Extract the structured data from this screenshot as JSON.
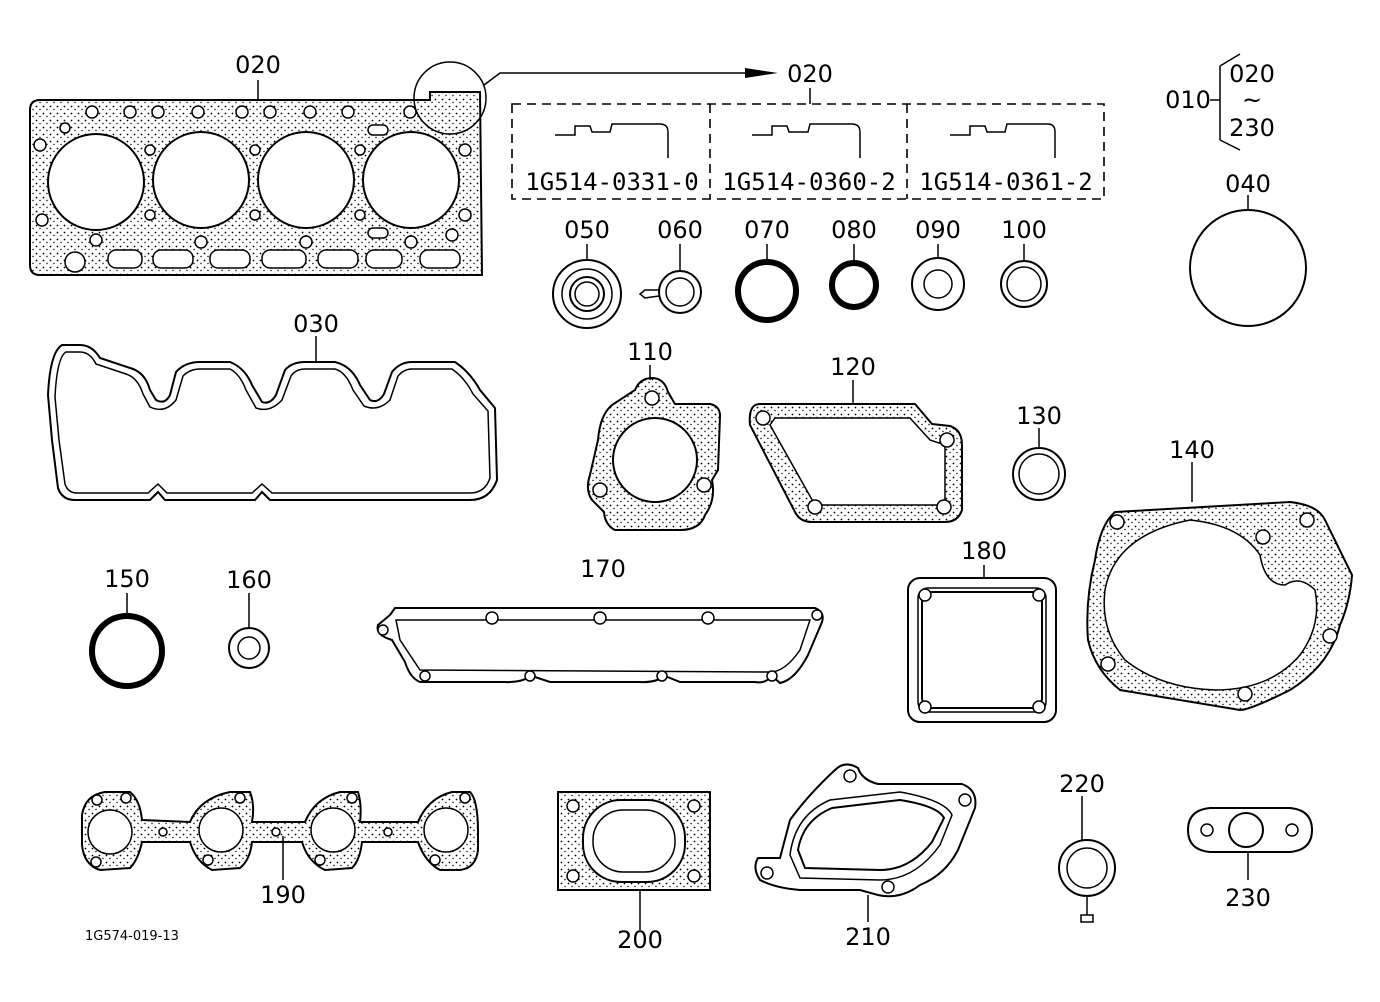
{
  "diagram": {
    "drawing_code": "1G574-019-13",
    "range": {
      "label": "010",
      "from": "020",
      "tilde": "~",
      "to": "230"
    },
    "variants": [
      {
        "label": "020"
      },
      {
        "part_numbers": [
          "1G514-0331-0",
          "1G514-0360-2",
          "1G514-0361-2"
        ]
      }
    ],
    "parts": {
      "p020": "020",
      "p030": "030",
      "p040": "040",
      "p050": "050",
      "p060": "060",
      "p070": "070",
      "p080": "080",
      "p090": "090",
      "p100": "100",
      "p110": "110",
      "p120": "120",
      "p130": "130",
      "p140": "140",
      "p150": "150",
      "p160": "160",
      "p170": "170",
      "p180": "180",
      "p190": "190",
      "p200": "200",
      "p210": "210",
      "p220": "220",
      "p230": "230"
    }
  }
}
